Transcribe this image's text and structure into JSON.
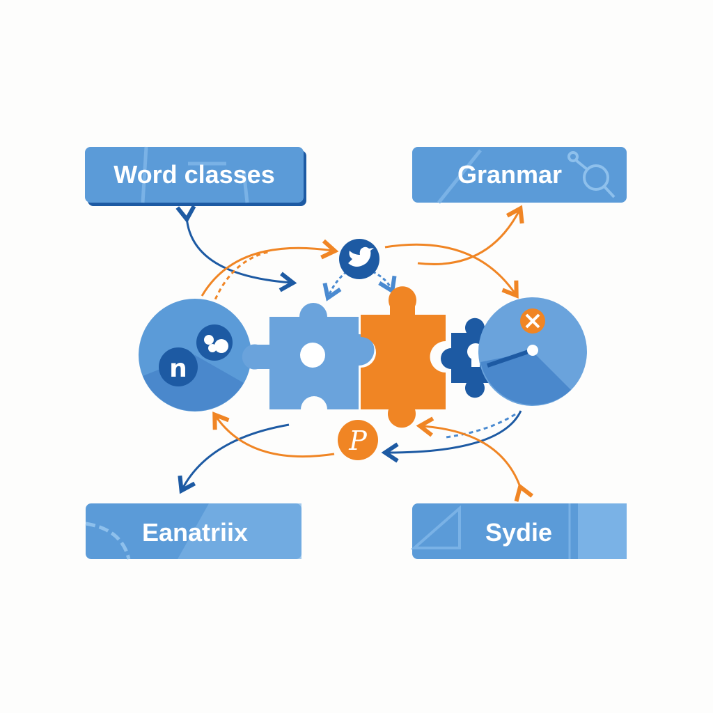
{
  "boxes": {
    "top_left": "Word classes",
    "top_right": "Granmar",
    "bottom_left": "Eanatriix",
    "bottom_right": "Sydie"
  },
  "icons": {
    "left_circle_letter": "n",
    "bottom_badge_letter": "P"
  },
  "colors": {
    "blue": "#5b9bd8",
    "dark_blue": "#1d5aa3",
    "orange": "#f08524",
    "light_blue": "#7ab2e6"
  }
}
